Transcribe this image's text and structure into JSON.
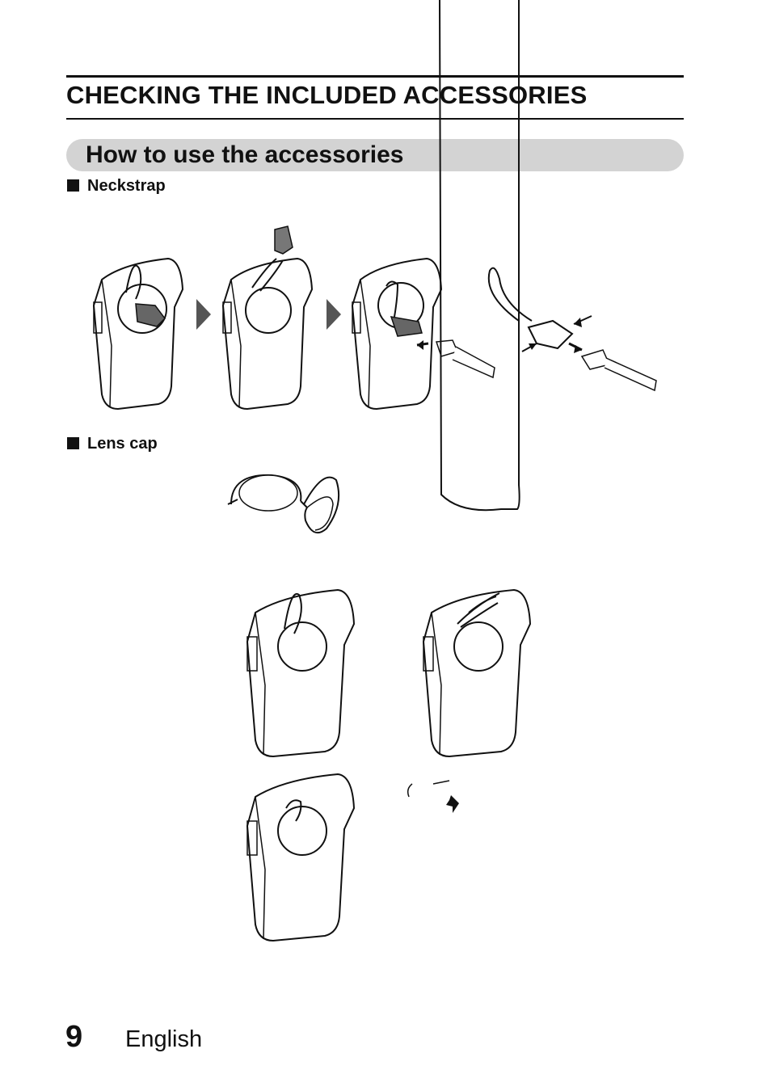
{
  "header": {
    "title": "CHECKING THE INCLUDED ACCESSORIES"
  },
  "section": {
    "title": "How to use the accessories"
  },
  "subsections": [
    {
      "label": "Neckstrap",
      "icon": "black-square-bullet"
    },
    {
      "label": "Lens cap",
      "icon": "black-square-bullet"
    }
  ],
  "footer": {
    "page_number": "9",
    "language": "English"
  },
  "colors": {
    "text": "#111111",
    "banner": "#d3d3d3",
    "background": "#ffffff"
  }
}
